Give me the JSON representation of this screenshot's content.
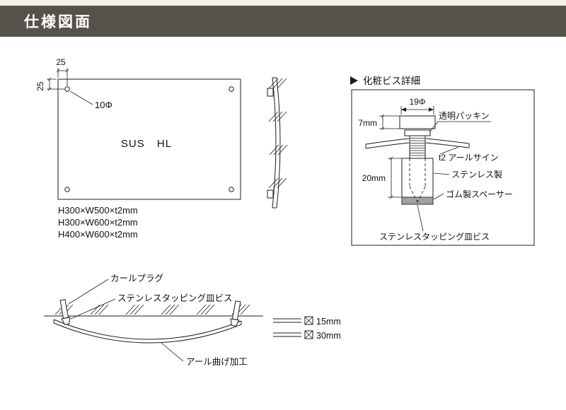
{
  "header": {
    "title": "仕様図面"
  },
  "front_view": {
    "dim_top": "25",
    "dim_left": "25",
    "hole_diameter": "10Φ",
    "material": "SUS HL",
    "sizes": [
      "H300×W500×t2mm",
      "H300×W600×t2mm",
      "H400×W600×t2mm"
    ]
  },
  "screw_detail": {
    "title": "化粧ビス詳細",
    "head_diameter": "19Φ",
    "head_height": "7mm",
    "spacer_height": "20mm",
    "labels": {
      "packing": "透明パッキン",
      "sign": "t2 アールサイン",
      "stainless": "ステンレス製",
      "rubber_spacer": "ゴム製スペーサー",
      "tapping_screw": "ステンレスタッピング皿ビス"
    }
  },
  "installation": {
    "labels": {
      "plug": "カールプラグ",
      "tapping_screw": "ステンレスタッピング皿ビス",
      "bend": "アール曲げ加工"
    },
    "gap_edge": "15mm",
    "gap_center": "30mm"
  }
}
